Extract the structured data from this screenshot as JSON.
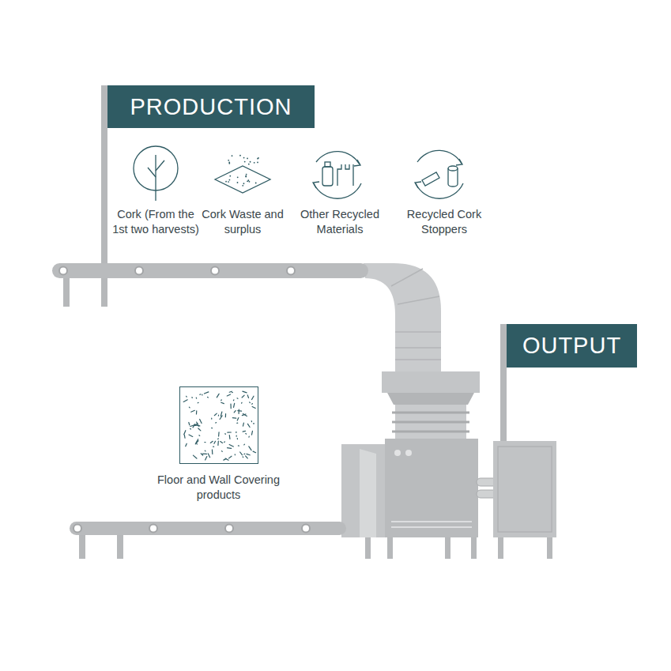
{
  "diagram": {
    "nodes": [
      {
        "text": [
          "PRODUCTION"
        ]
      },
      {
        "text": [
          "Cork (From the 1st two harvests)"
        ]
      },
      {
        "text": [
          "Cork Waste and surplus"
        ]
      },
      {
        "text": [
          "Other Recycled Materials"
        ]
      },
      {
        "text": [
          "Recycled Cork Stoppers"
        ]
      },
      {
        "text": [
          "OUTPUT"
        ]
      },
      {
        "text": [
          "Floor and Wall Covering products"
        ]
      }
    ]
  }
}
